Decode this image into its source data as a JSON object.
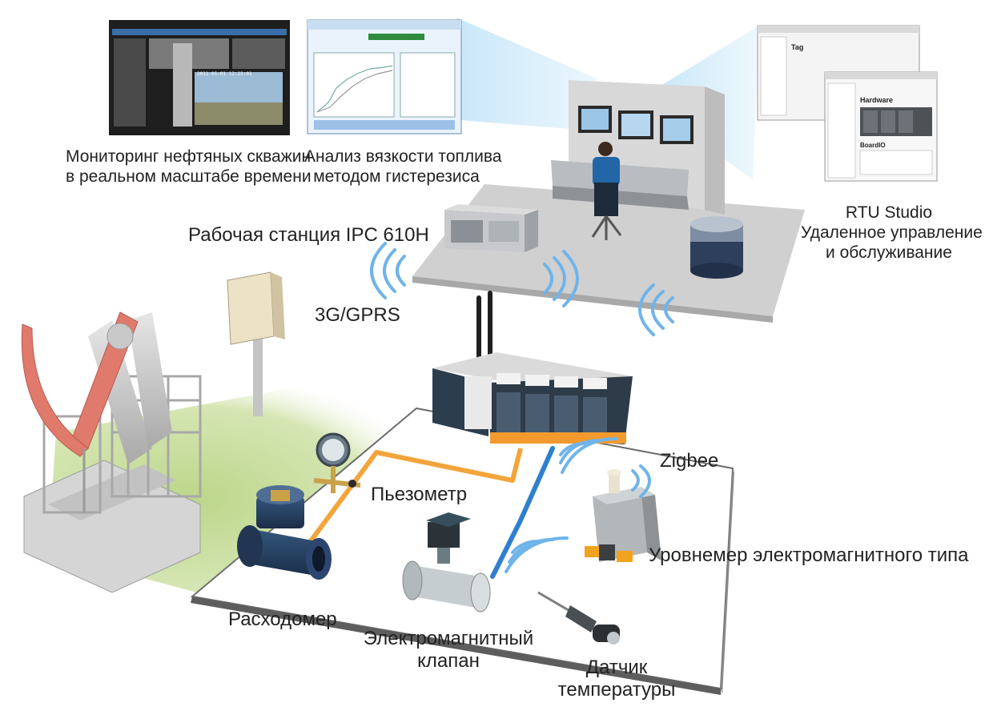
{
  "labels": {
    "monitoring_line1": "Мониторинг нефтяных скважин",
    "monitoring_line2": "в реальном масштабе времени",
    "viscosity_line1": "Анализ вязкости топлива",
    "viscosity_line2": "методом гистерезиса",
    "rtu_line1": "RTU Studio",
    "rtu_line2": "Удаленное управление",
    "rtu_line3": "и обслуживание",
    "workstation": "Рабочая станция IPC 610H",
    "gprs": "3G/GPRS",
    "zigbee": "Zigbee",
    "piezometer": "Пьезометр",
    "level_meter": "Уровнемер электромагнитного типа",
    "flowmeter": "Расходомер",
    "valve_line1": "Электромагнитный",
    "valve_line2": "клапан",
    "temp_line1": "Датчик",
    "temp_line2": "температуры"
  },
  "screens": {
    "monitoring_timestamp": "2011-05-01 12:23:01",
    "rtu_tag_title": "Tag",
    "rtu_hardware_title": "Hardware",
    "rtu_boardio_title": "BoardIO"
  },
  "colors": {
    "ground_green": "#bcd68a",
    "floor_gray": "#cfcfcf",
    "pipe_orange": "#f3a43a",
    "cable_blue": "#2f7fd0",
    "wave_blue": "#5aa9e6",
    "pump_red": "#e07a6c",
    "device_dark": "#2e3b48"
  }
}
